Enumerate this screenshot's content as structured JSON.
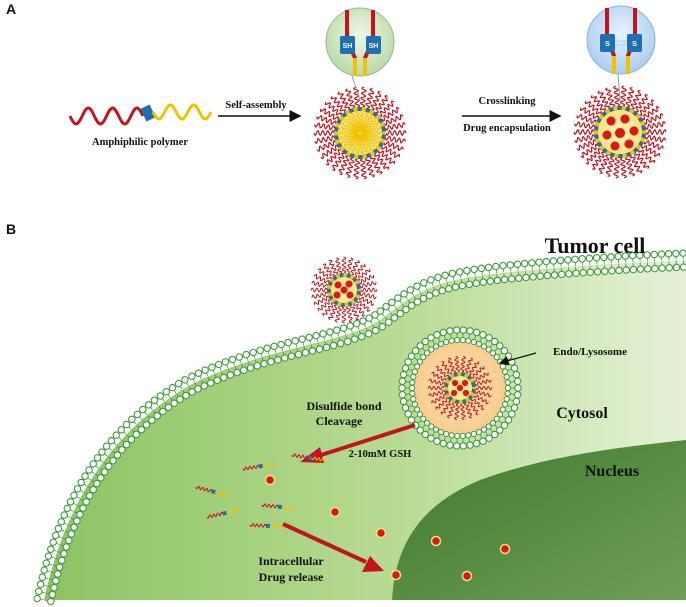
{
  "panel_a": {
    "letter": "A",
    "amphiphilic_label": "Amphiphilic polymer",
    "self_assembly_label": "Self-assembly",
    "crosslinking_label": "Crosslinking",
    "drug_encapsulation_label": "Drug encapsulation",
    "sh_left": "SH",
    "sh_right": "SH",
    "s_left": "S",
    "s_right": "S"
  },
  "panel_b": {
    "letter": "B",
    "tumor_cell_label": "Tumor cell",
    "endo_lysosome_label": "Endo/Lysosome",
    "cytosol_label": "Cytosol",
    "nucleus_label": "Nucleus",
    "disulfide_line1": "Disulfide bond",
    "disulfide_line2": "Cleavage",
    "gsh_label": "2-10mM GSH",
    "release_line1": "Intracellular",
    "release_line2": "Drug release"
  },
  "colors": {
    "hydrophilic_chain": "#c0151e",
    "hydrophobic_chain": "#f2c200",
    "linker": "#1f6fb5",
    "drug": "#d61a1a",
    "membrane": "#3d9c3d",
    "cytoplasm": "#a9d27e",
    "nucleus": "#4e8a3a",
    "arrow": "#c0151e"
  }
}
